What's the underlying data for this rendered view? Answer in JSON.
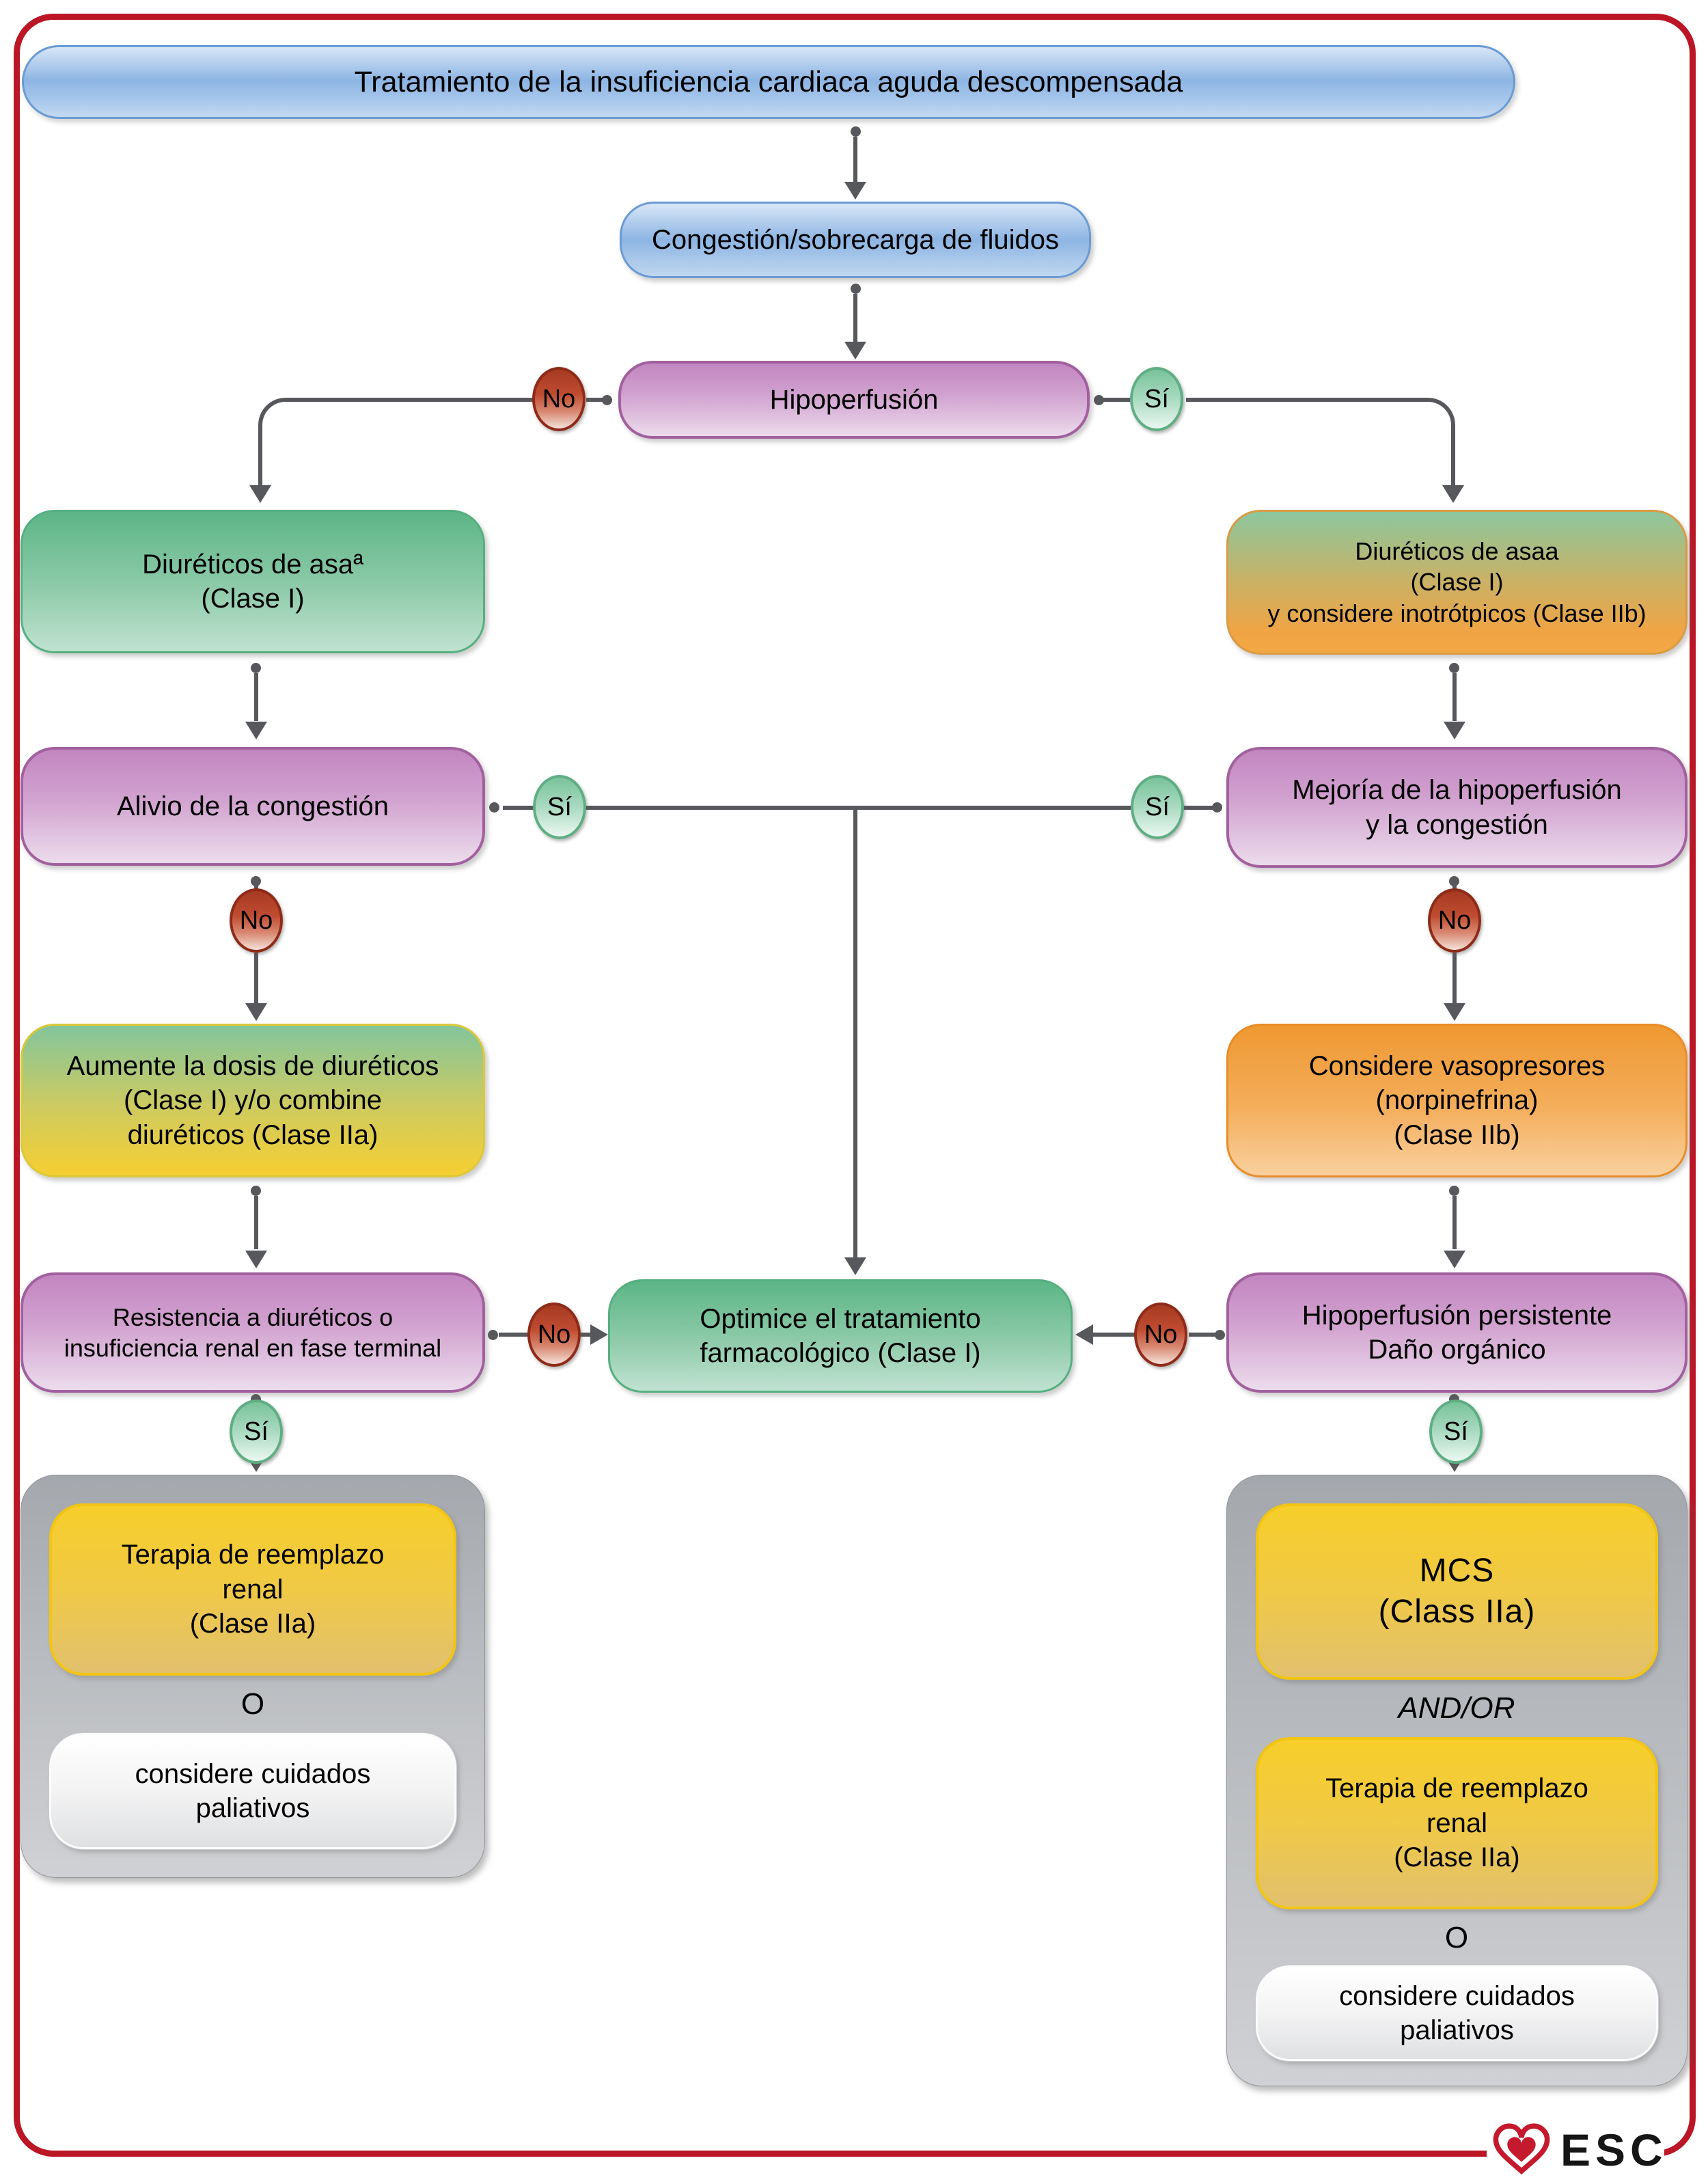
{
  "title": "Tratamiento de la insuficiencia cardiaca aguda descompensada",
  "nodes": {
    "congestion": "Congestión/sobrecarga de fluidos",
    "hipoperfusion": "Hipoperfusión",
    "diureticos_izq": "Diuréticos de asaª\n(Clase I)",
    "diureticos_der": "Diuréticos de asaa\n(Clase I)\ny considere inotrótpicos (Clase IIb)",
    "alivio": "Alivio de la congestión",
    "mejoria": "Mejoría de la hipoperfusión\ny la congestión",
    "aumente": "Aumente la dosis de diuréticos\n(Clase I) y/o combine\ndiuréticos (Clase IIa)",
    "vasopresores": "Considere vasopresores\n(norpinefrina)\n(Clase IIb)",
    "resistencia": "Resistencia a diuréticos o\ninsuficiencia renal en fase terminal",
    "optimice": "Optimice el tratamiento\nfarmacológico (Clase I)",
    "persistente": "Hipoperfusión persistente\nDaño orgánico",
    "terapia_renal_izq": "Terapia de reemplazo\nrenal\n(Clase IIa)",
    "paliativos_izq": "considere cuidados\npaliativos",
    "mcs": "MCS\n(Class IIa)",
    "terapia_renal_der": "Terapia de reemplazo\nrenal\n(Clase IIa)",
    "paliativos_der": "considere cuidados\npaliativos"
  },
  "labels": {
    "o_izq": "O",
    "o_der": "O",
    "and_or": "AND/OR"
  },
  "badges": {
    "no": "No",
    "si": "Sí"
  },
  "logo": {
    "text": "ESC"
  },
  "colors": {
    "frame_red": "#bb1626",
    "connector_gray": "#56585b",
    "info_blue": "#8db5e3",
    "decision_purple": "#c286c0",
    "class_i_green": "#5cb586",
    "class_iia_yellow": "#f5cd2e",
    "class_iib_orange": "#ef9832",
    "terminal_gray": "#b6b9bd",
    "no_badge_red": "#bf4c31",
    "si_badge_green": "#79c29a"
  }
}
